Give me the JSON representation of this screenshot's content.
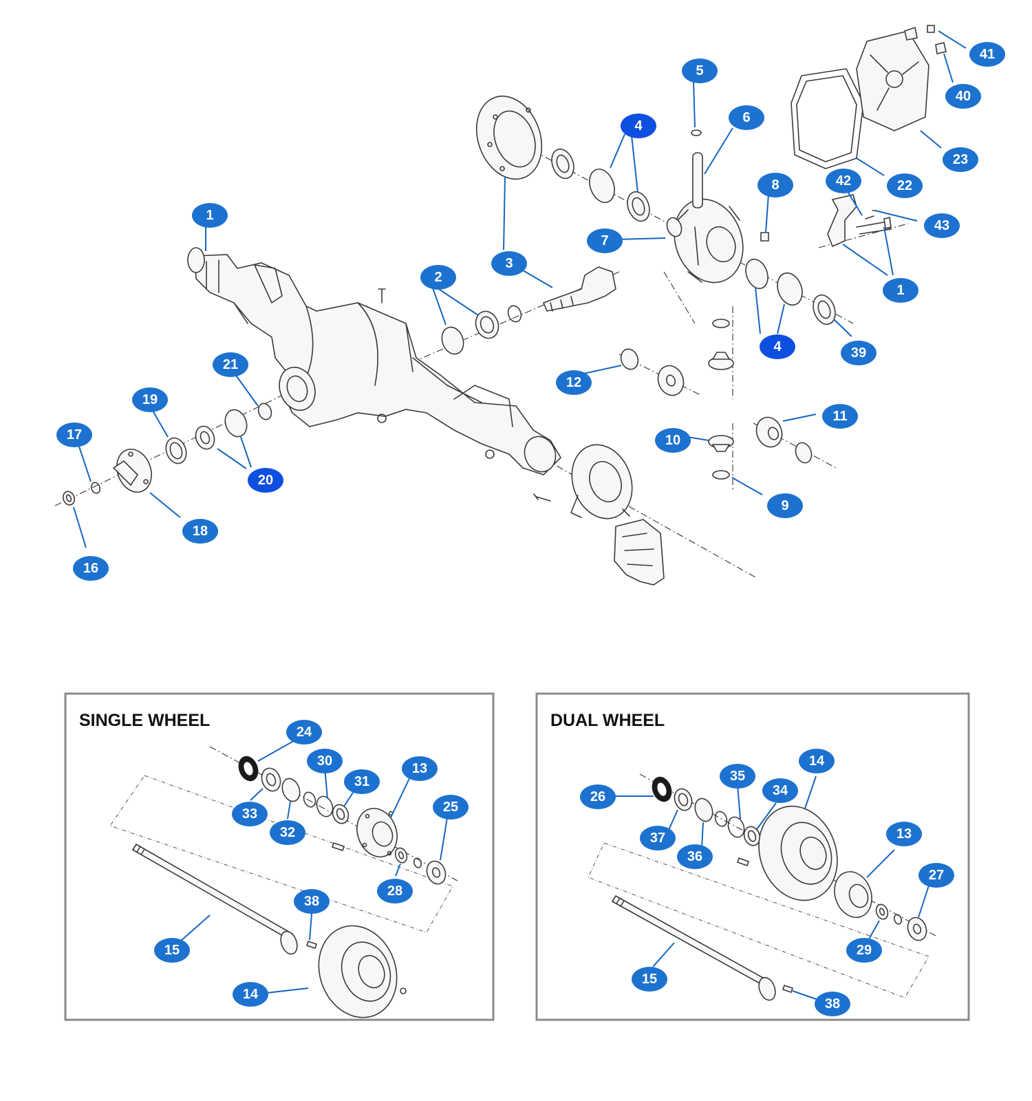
{
  "insets": {
    "single": {
      "title": "SINGLE WHEEL"
    },
    "dual": {
      "title": "DUAL WHEEL"
    }
  },
  "callouts": {
    "main": [
      "1",
      "2",
      "3",
      "4",
      "5",
      "6",
      "7",
      "8",
      "1",
      "4",
      "39",
      "42",
      "43",
      "22",
      "23",
      "40",
      "41",
      "12",
      "11",
      "10",
      "9",
      "21",
      "19",
      "17",
      "20",
      "18",
      "16"
    ],
    "single": [
      "24",
      "30",
      "31",
      "13",
      "25",
      "33",
      "32",
      "28",
      "38",
      "15",
      "14"
    ],
    "dual": [
      "26",
      "35",
      "34",
      "14",
      "37",
      "36",
      "13",
      "27",
      "29",
      "15",
      "38"
    ]
  },
  "colors": {
    "callout": "#1d72d0",
    "callout_emphasis": "#0f4fe0",
    "line_art": "#3a3a3a",
    "frame": "#8a8a8a"
  }
}
